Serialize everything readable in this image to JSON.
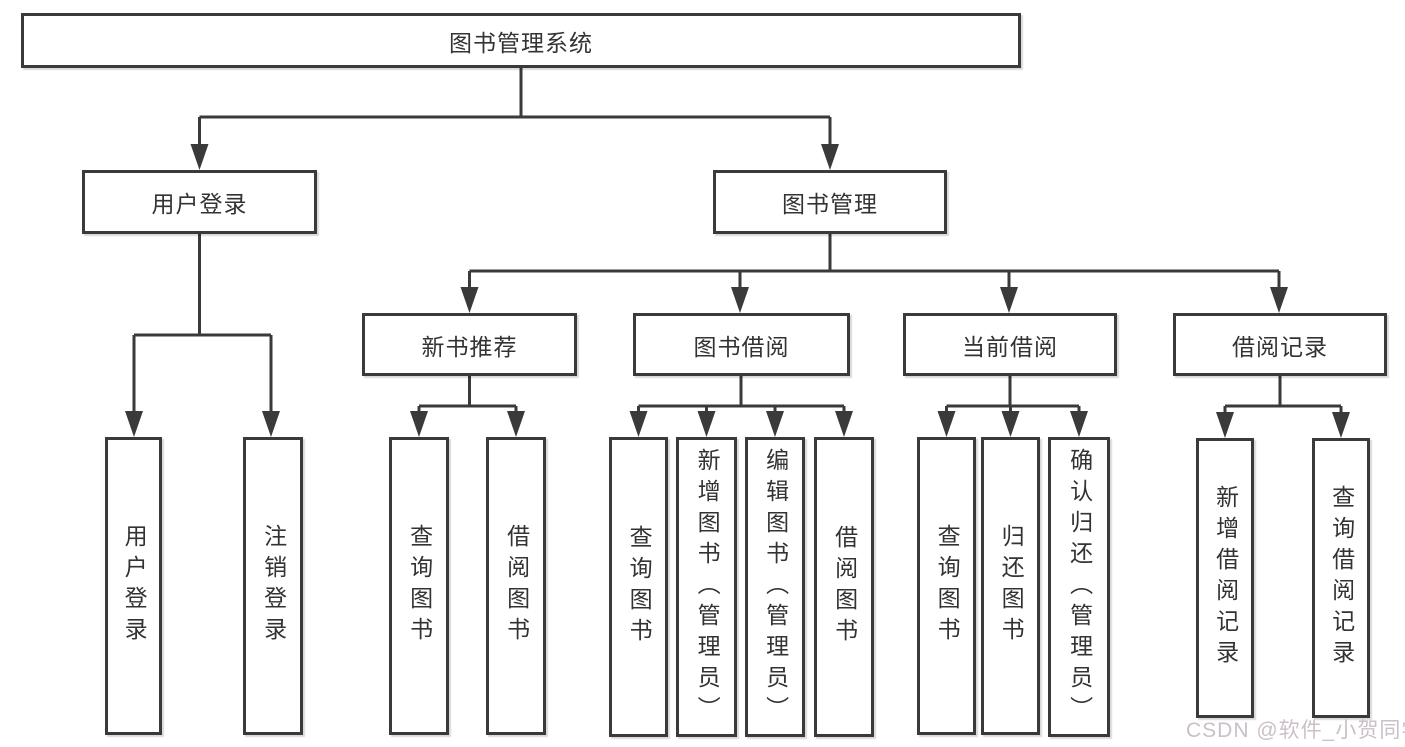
{
  "diagram": {
    "type": "hierarchy-tree",
    "root": {
      "label": "图书管理系统"
    },
    "branches": [
      {
        "label": "用户登录",
        "children": [
          {
            "label": "用户登录"
          },
          {
            "label": "注销登录"
          }
        ]
      },
      {
        "label": "图书管理",
        "children": [
          {
            "label": "新书推荐",
            "children": [
              {
                "label": "查询图书"
              },
              {
                "label": "借阅图书"
              }
            ]
          },
          {
            "label": "图书借阅",
            "children": [
              {
                "label": "查询图书"
              },
              {
                "label": "新增图书（管理员）"
              },
              {
                "label": "编辑图书（管理员）"
              },
              {
                "label": "借阅图书"
              }
            ]
          },
          {
            "label": "当前借阅",
            "children": [
              {
                "label": "查询图书"
              },
              {
                "label": "归还图书"
              },
              {
                "label": "确认归还（管理员）"
              }
            ]
          },
          {
            "label": "借阅记录",
            "children": [
              {
                "label": "新增借阅记录"
              },
              {
                "label": "查询借阅记录"
              }
            ]
          }
        ]
      }
    ],
    "watermark": "CSDN @软件_小贺同学",
    "colors": {
      "line": "#3a3a3a",
      "text": "#333333",
      "watermark": "#cbc0c8",
      "background": "#ffffff"
    }
  }
}
